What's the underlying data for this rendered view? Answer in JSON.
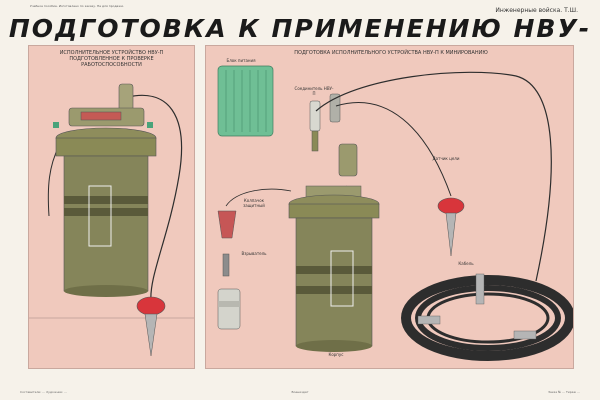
{
  "poster": {
    "title": "ПОДГОТОВКА К ПРИМЕНЕНИЮ НВУ-П",
    "top_note": "Учебное пособие. Изготовлено по заказу. Не для продажи.",
    "code": "Инженерные войска. Т.Ш.",
    "left_panel": {
      "caption": "ИСПОЛНИТЕЛЬНОЕ УСТРОЙСТВО НВУ-П ПОДГОТОВЛЕННОЕ К ПРОВЕРКЕ РАБОТОСПОСОБНОСТИ"
    },
    "right_panel": {
      "caption": "ПОДГОТОВКА ИСПОЛНИТЕЛЬНОГО УСТРОЙСТВА НВУ-П К МИНИРОВАНИЮ",
      "labels": {
        "battery_block": "Блок питания",
        "connector": "Соединитель НВУ-П",
        "cap": "Колпачок защитный",
        "fuse": "Взрыватель",
        "sensor": "Датчик цели",
        "cable": "Кабель",
        "housing": "Корпус"
      }
    },
    "footer_left": "Составители: ... Художник: ...",
    "footer_center": "Воениздат",
    "footer_right": "Заказ № ... Тираж ...",
    "colors": {
      "panel": "#f0c9bd",
      "olive": "#8a8a56",
      "green": "#6fbf95",
      "red": "#d8353b",
      "cable": "#2d2d2d"
    }
  }
}
